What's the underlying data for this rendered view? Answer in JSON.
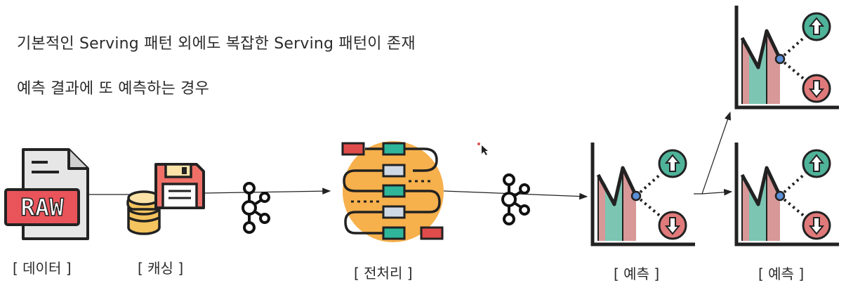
{
  "text": {
    "line1": "기본적인 Serving 패턴 외에도 복잡한 Serving 패턴이 존재",
    "line2": "예측 결과에 또 예측하는 경우"
  },
  "nodes": {
    "data": {
      "label": "[ 데이터 ]",
      "icon": "raw-file-icon"
    },
    "cache": {
      "label": "[ 캐싱 ]",
      "icon": "floppy-database-icon"
    },
    "queue1": {
      "icon": "kafka-icon"
    },
    "preprocess": {
      "label": "[ 전처리 ]",
      "icon": "workflow-icon"
    },
    "queue2": {
      "icon": "kafka-icon"
    },
    "predict1": {
      "label": "[ 예측 ]",
      "icon": "prediction-chart-icon"
    },
    "predict2": {
      "label": "[ 예측 ]",
      "icon": "prediction-chart-icon"
    },
    "predict3": {
      "icon": "prediction-chart-icon"
    }
  },
  "raw_text": "RAW",
  "colors": {
    "raw_red": "#e8545a",
    "file_gray": "#e6e6e6",
    "floppy": "#f07068",
    "db_yellow": "#f5c45e",
    "workflow_orange": "#f6b04c",
    "flow_teal": "#2fb59a",
    "flow_blue": "#cfd9e6",
    "flow_red": "#e04b4b",
    "chart_teal": "#7cc5b3",
    "chart_pink": "#d89898",
    "up_teal": "#4fb39a",
    "down_red": "#e07a7a",
    "dot_blue": "#5b8fd6"
  }
}
